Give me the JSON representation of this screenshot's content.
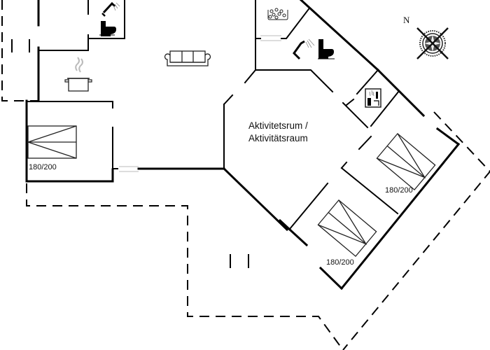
{
  "plan": {
    "type": "floor-plan",
    "rooms": [
      {
        "id": "activity-room",
        "label_line1": "Aktivitetsrum /",
        "label_line2": "Aktivitätsraum"
      },
      {
        "id": "bedroom-left",
        "bed_label": "180/200"
      },
      {
        "id": "bedroom-right-upper",
        "bed_label": "180/200"
      },
      {
        "id": "bedroom-right-lower",
        "bed_label": "180/200"
      }
    ],
    "compass": {
      "north_label": "N"
    },
    "icons": [
      "shower-icon",
      "toilet-icon",
      "cooking-pot-icon",
      "sofa-icon",
      "whirlpool-icon",
      "sauna-icon",
      "compass-rose-icon",
      "bed-icon"
    ],
    "colors": {
      "wall": "#000000",
      "background": "#ffffff",
      "window": "#bbbbbb"
    }
  }
}
